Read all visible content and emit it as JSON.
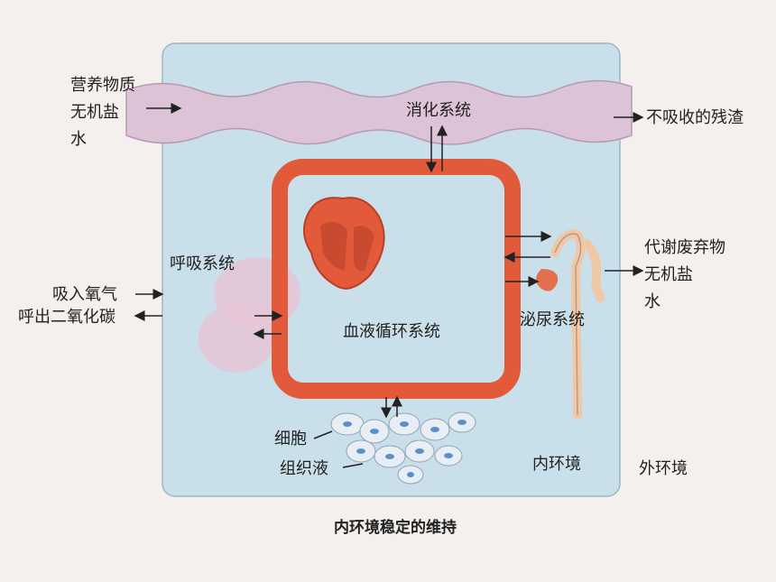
{
  "diagram": {
    "caption": "内环境稳定的维持",
    "labels": {
      "intake": [
        "营养物质",
        "无机盐",
        "水"
      ],
      "excreted_residue": "不吸收的残渣",
      "digestive": "消化系统",
      "respiratory": "呼吸系统",
      "inhale": "吸入氧气",
      "exhale": "呼出二氧化碳",
      "circulatory": "血液循环系统",
      "urinary": "泌尿系统",
      "waste": [
        "代谢废弃物",
        "无机盐",
        "水"
      ],
      "cells": "细胞",
      "tissue_fluid": "组织液",
      "internal_env": "内环境",
      "external_env": "外环境"
    },
    "colors": {
      "background": "#f4f0ed",
      "internal_box": "#c9dfea",
      "intestine": "#dcc3d8",
      "vessel": "#e25a3a",
      "lung": "#e6c6d6",
      "kidney": "#f0c8a8",
      "cell": "#e9eef4",
      "nucleus": "#5a8fcf"
    }
  }
}
